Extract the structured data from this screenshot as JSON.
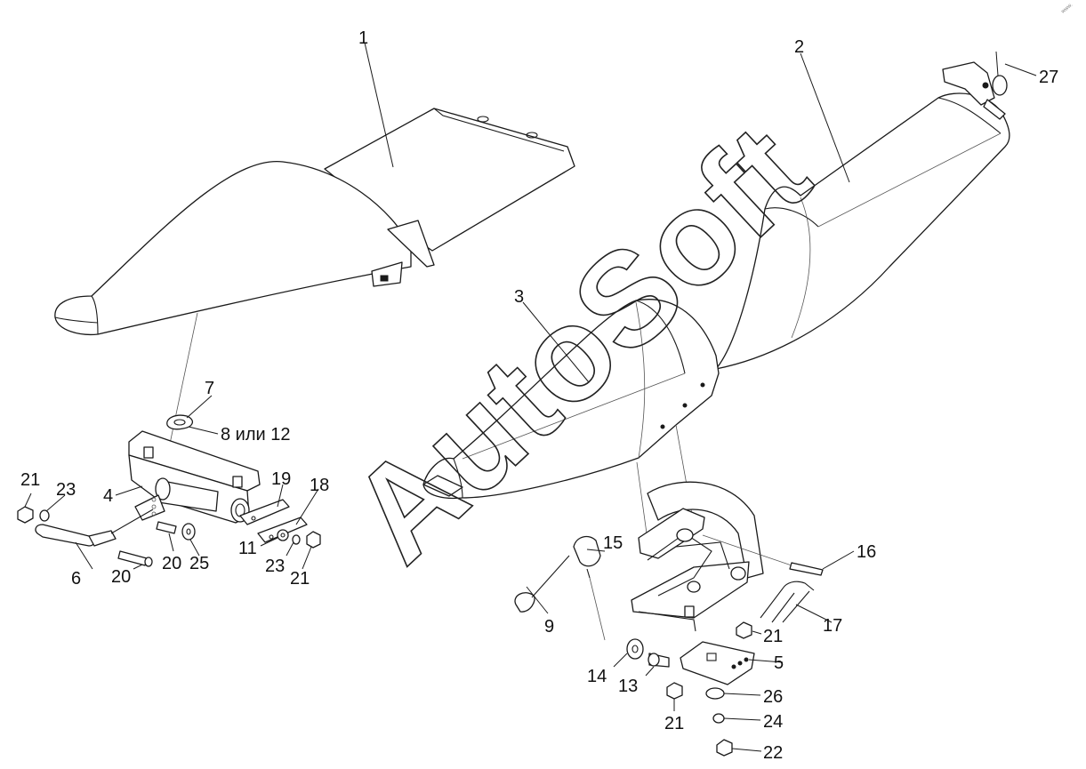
{
  "watermark": "AutoSoft",
  "corner_mark": "www.",
  "labels": {
    "p1": "1",
    "p2": "2",
    "p3": "3",
    "p4": "4",
    "p5": "5",
    "p6": "6",
    "p7": "7",
    "p8": "8 или 12",
    "p9": "9",
    "p11": "11",
    "p13": "13",
    "p14": "14",
    "p15": "15",
    "p16": "16",
    "p17": "17",
    "p18": "18",
    "p19": "19",
    "p20a": "20",
    "p20b": "20",
    "p21a": "21",
    "p21b": "21",
    "p21c": "21",
    "p21d": "21",
    "p22": "22",
    "p23a": "23",
    "p23b": "23",
    "p24": "24",
    "p25": "25",
    "p26": "26",
    "p27": "27"
  }
}
